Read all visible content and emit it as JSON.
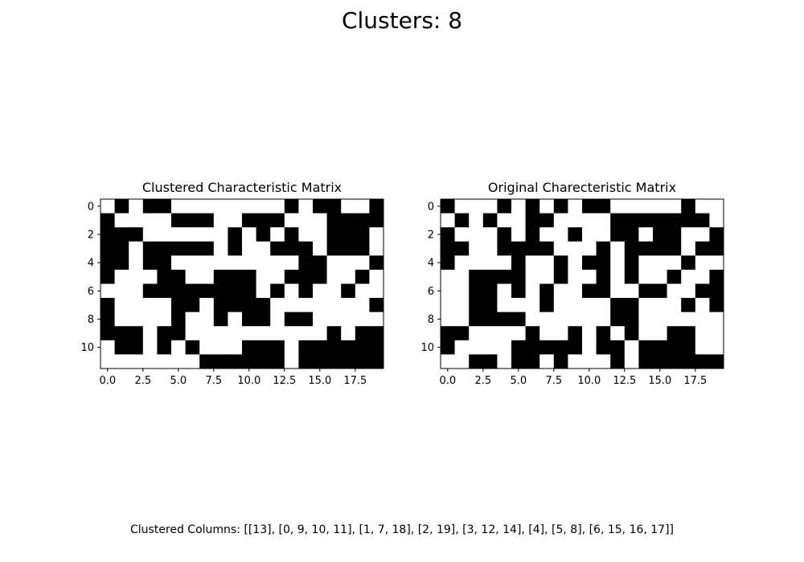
{
  "suptitle": "Clusters: 8",
  "footer": "Clustered Columns: [[13], [0, 9, 10, 11], [1, 7, 18], [2, 19], [3, 12, 14], [4], [5, 8], [6, 15, 16, 17]]",
  "chart_data": [
    {
      "type": "heatmap",
      "title": "Clustered Characteristic Matrix",
      "colormap": "binary (1 = black, 0 = white)",
      "grid": false,
      "xticks": [
        "0.0",
        "2.5",
        "5.0",
        "7.5",
        "10.0",
        "12.5",
        "15.0",
        "17.5"
      ],
      "yticks": [
        "0",
        "2",
        "4",
        "6",
        "8",
        "10"
      ],
      "xlim": [
        -0.5,
        19.5
      ],
      "ylim": [
        11.5,
        -0.5
      ],
      "rows": 12,
      "cols": 20,
      "matrix": [
        [
          0,
          1,
          0,
          1,
          1,
          0,
          0,
          0,
          0,
          0,
          0,
          0,
          0,
          1,
          0,
          1,
          1,
          0,
          0,
          1
        ],
        [
          1,
          0,
          0,
          0,
          0,
          1,
          1,
          1,
          0,
          0,
          1,
          1,
          1,
          0,
          0,
          0,
          1,
          1,
          1,
          1
        ],
        [
          1,
          1,
          1,
          0,
          0,
          0,
          0,
          0,
          0,
          1,
          0,
          1,
          0,
          1,
          0,
          0,
          1,
          1,
          1,
          0
        ],
        [
          1,
          1,
          0,
          1,
          1,
          1,
          1,
          1,
          0,
          1,
          0,
          0,
          1,
          1,
          1,
          0,
          1,
          1,
          1,
          0
        ],
        [
          1,
          1,
          0,
          1,
          1,
          0,
          0,
          0,
          0,
          0,
          0,
          0,
          0,
          0,
          1,
          1,
          0,
          0,
          0,
          1
        ],
        [
          1,
          0,
          0,
          0,
          1,
          1,
          0,
          0,
          1,
          1,
          1,
          0,
          0,
          1,
          1,
          1,
          0,
          0,
          1,
          0
        ],
        [
          0,
          0,
          0,
          1,
          1,
          1,
          1,
          1,
          1,
          1,
          1,
          0,
          1,
          0,
          1,
          0,
          0,
          1,
          0,
          0
        ],
        [
          1,
          0,
          0,
          0,
          0,
          1,
          1,
          0,
          1,
          1,
          1,
          1,
          0,
          0,
          0,
          0,
          0,
          0,
          0,
          1
        ],
        [
          1,
          0,
          0,
          0,
          0,
          1,
          0,
          0,
          1,
          0,
          1,
          1,
          0,
          1,
          1,
          0,
          0,
          0,
          0,
          0
        ],
        [
          1,
          1,
          1,
          0,
          1,
          1,
          0,
          0,
          0,
          0,
          0,
          0,
          0,
          0,
          0,
          0,
          1,
          0,
          1,
          1
        ],
        [
          0,
          1,
          1,
          0,
          1,
          0,
          1,
          0,
          0,
          0,
          1,
          1,
          1,
          0,
          1,
          1,
          1,
          1,
          1,
          1
        ],
        [
          0,
          0,
          0,
          0,
          0,
          0,
          0,
          1,
          1,
          1,
          1,
          1,
          1,
          0,
          1,
          1,
          1,
          1,
          1,
          1
        ]
      ]
    },
    {
      "type": "heatmap",
      "title": "Original Charecteristic Matrix",
      "colormap": "binary (1 = black, 0 = white)",
      "grid": false,
      "xticks": [
        "0.0",
        "2.5",
        "5.0",
        "7.5",
        "10.0",
        "12.5",
        "15.0",
        "17.5"
      ],
      "yticks": [
        "0",
        "2",
        "4",
        "6",
        "8",
        "10"
      ],
      "xlim": [
        -0.5,
        19.5
      ],
      "ylim": [
        11.5,
        -0.5
      ],
      "rows": 12,
      "cols": 20,
      "matrix": [
        [
          1,
          0,
          0,
          0,
          1,
          0,
          1,
          0,
          1,
          0,
          1,
          1,
          0,
          0,
          0,
          0,
          0,
          1,
          0,
          0
        ],
        [
          0,
          1,
          0,
          1,
          0,
          0,
          1,
          1,
          0,
          0,
          0,
          0,
          1,
          1,
          1,
          1,
          1,
          1,
          1,
          0
        ],
        [
          1,
          0,
          0,
          0,
          1,
          0,
          1,
          0,
          0,
          1,
          0,
          0,
          1,
          1,
          0,
          1,
          1,
          0,
          0,
          1
        ],
        [
          1,
          1,
          0,
          0,
          1,
          1,
          1,
          1,
          0,
          0,
          0,
          1,
          0,
          1,
          1,
          1,
          1,
          0,
          1,
          1
        ],
        [
          1,
          0,
          0,
          0,
          0,
          1,
          0,
          0,
          1,
          0,
          1,
          1,
          0,
          1,
          0,
          0,
          0,
          1,
          0,
          0
        ],
        [
          0,
          0,
          1,
          1,
          1,
          1,
          0,
          0,
          1,
          0,
          0,
          1,
          0,
          1,
          0,
          0,
          1,
          0,
          0,
          1
        ],
        [
          0,
          0,
          1,
          1,
          0,
          1,
          0,
          1,
          0,
          0,
          1,
          1,
          0,
          0,
          1,
          1,
          0,
          0,
          1,
          1
        ],
        [
          0,
          0,
          1,
          1,
          0,
          0,
          0,
          1,
          0,
          0,
          0,
          0,
          1,
          1,
          0,
          0,
          0,
          1,
          0,
          1
        ],
        [
          0,
          0,
          1,
          1,
          1,
          1,
          0,
          0,
          0,
          0,
          0,
          0,
          1,
          1,
          0,
          0,
          0,
          0,
          0,
          0
        ],
        [
          1,
          1,
          0,
          0,
          0,
          0,
          1,
          0,
          0,
          1,
          0,
          1,
          0,
          1,
          0,
          0,
          1,
          1,
          0,
          0
        ],
        [
          1,
          0,
          0,
          0,
          0,
          1,
          1,
          1,
          1,
          1,
          0,
          1,
          1,
          0,
          1,
          1,
          1,
          1,
          0,
          0
        ],
        [
          0,
          0,
          1,
          1,
          0,
          1,
          1,
          0,
          1,
          0,
          0,
          0,
          1,
          0,
          1,
          1,
          1,
          1,
          1,
          1
        ]
      ]
    }
  ]
}
